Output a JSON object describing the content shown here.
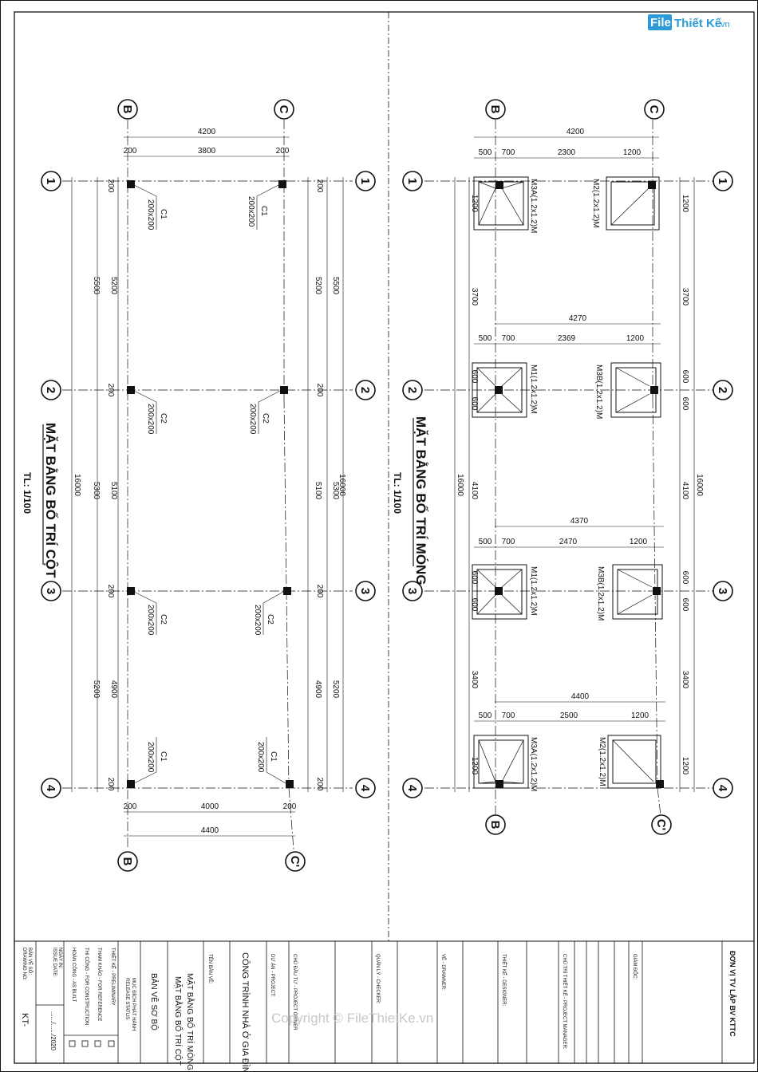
{
  "colors": {
    "line": "#111111",
    "brand": "#2b9ad6",
    "watermark": "#c8c8c8"
  },
  "logo": {
    "file": "File",
    "brand": "Thiết Kế",
    "tld": ".vn"
  },
  "watermark": "Copyright © FileThietKe.vn",
  "grid_labels": {
    "rows": [
      "1",
      "2",
      "3",
      "4"
    ],
    "top_left": [
      "B",
      "C"
    ],
    "bottom_left": [
      "B",
      "C'"
    ],
    "top_right": [
      "B",
      "C"
    ],
    "bottom_right": [
      "B",
      "C'"
    ]
  },
  "column_plan": {
    "title": "MẶT BẰNG BỐ TRÍ CỘT",
    "scale": "TL: 1/100",
    "top_dims": [
      "4200",
      "200",
      "3800",
      "200"
    ],
    "bottom_dims": [
      "200",
      "4000",
      "200",
      "4400"
    ],
    "col_labels": [
      "C1",
      "200x200",
      "C1",
      "200x200",
      "C2",
      "200x200",
      "C2",
      "200x200",
      "C2",
      "200x200",
      "C2",
      "200x200",
      "C1",
      "200x200",
      "C1",
      "200x200"
    ],
    "left_dims": [
      "16000",
      "5500",
      "5300",
      "5200",
      "5200",
      "5100",
      "4900",
      "200",
      "200",
      "200",
      "200"
    ],
    "right_dims": [
      "16000",
      "5500",
      "5300",
      "5200",
      "5200",
      "5100",
      "4900",
      "200",
      "200",
      "200",
      "200"
    ]
  },
  "foundation_plan": {
    "title": "MẶT BẰNG BỐ TRÍ MÓNG",
    "scale": "TL: 1/100",
    "dims_row1": [
      "4200",
      "500",
      "700",
      "2300",
      "1200"
    ],
    "dims_row2": [
      "4270",
      "500",
      "700",
      "2369",
      "1200"
    ],
    "dims_row3": [
      "4370",
      "500",
      "700",
      "2470",
      "1200"
    ],
    "dims_row4": [
      "4400",
      "500",
      "700",
      "2500",
      "1200"
    ],
    "footing_labels": [
      "M3A(1.2x1.2)M",
      "M2(1.2x1.2)M",
      "M1(1.2x1.2)M",
      "M3B(1.2x1.2)M",
      "M1(1.2x1.2)M",
      "M3B(1.2x1.2)M",
      "M3A(1.2x1.2)M",
      "M2(1.2x1.2)M"
    ],
    "left_dims": [
      "16000",
      "1200",
      "3700",
      "600",
      "600",
      "4100",
      "600",
      "600",
      "3400",
      "1200"
    ],
    "right_dims": [
      "16000",
      "1200",
      "3700",
      "600",
      "600",
      "4100",
      "600",
      "600",
      "3400",
      "1200"
    ]
  },
  "title_block": {
    "company": "ĐƠN VỊ TV LẬP BV KTTC",
    "director": "GIÁM ĐỐC:",
    "project_manager": "CHỦ TRÌ THIẾT KẾ - PROJECT MANAGER:",
    "designer": "THIẾT KẾ - DESIGNER:",
    "drawer": "VẼ - DRAWNER:",
    "checker": "QUẢN LÝ - CHECKER:",
    "owner": "CHỦ ĐẦU TƯ - PROJECT OWNER",
    "project": "DỰ ÁN - PROJECT:",
    "project_name": "CÔNG TRÌNH NHÀ Ở GIA ĐÌNH",
    "drawing_name_label": "TÊN BẢN VẼ:",
    "drawing_name_1": "MẶT BẰNG BỐ TRÍ MÓNG",
    "drawing_name_2": "MẶT BẰNG BỐ TRÍ CỘT",
    "drawing_type": "BẢN VẼ SƠ BỘ",
    "release_status_vn": "MỤC ĐÍCH PHÁT HÀNH",
    "release_status_en": "RELEASE STATUS",
    "status_1": "THIẾT KẾ - PRELIMINARY",
    "status_2": "THAM KHẢO - FOR REFERENCE",
    "status_3": "THI CÔNG - FOR CONSTRUCTION",
    "status_4": "HOÀN CÔNG - AS BUILT",
    "issue_date_vn": "NGÀY IN:",
    "issue_date_en": "ISSUE DATE:",
    "date_value": "....../....../2020",
    "drawing_no_vn": "BẢN VẼ SỐ:",
    "drawing_no_en": "DRAWING NO:",
    "drawing_no_value": "KT-"
  }
}
